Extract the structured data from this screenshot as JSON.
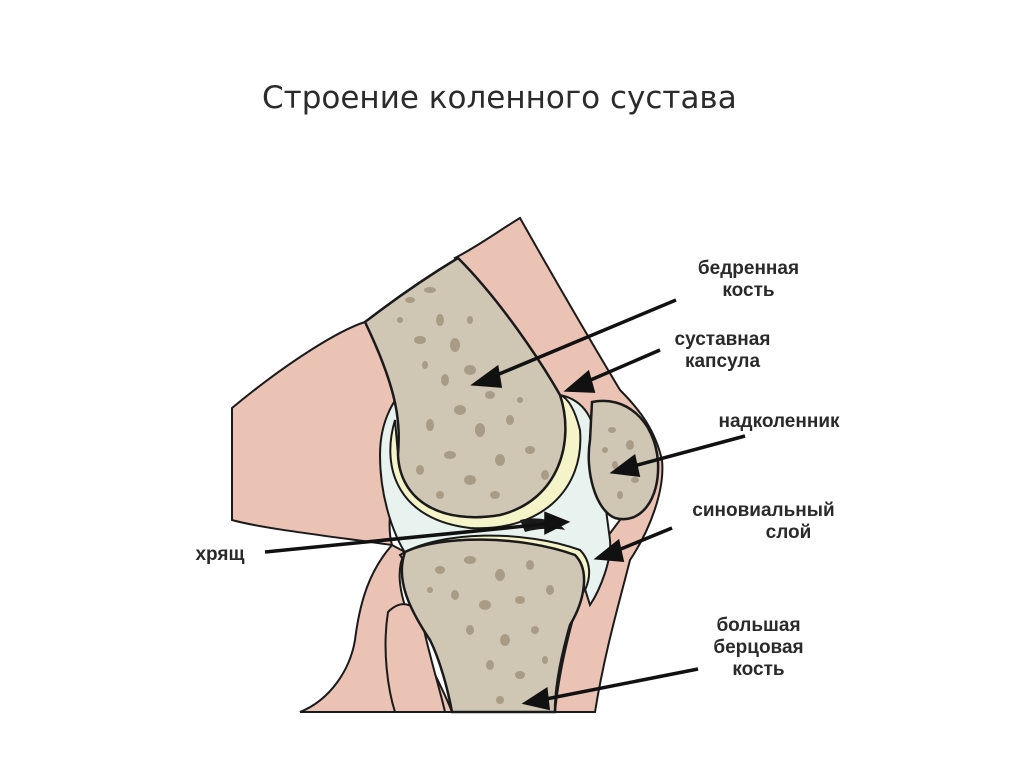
{
  "title": "Строение коленного сустава",
  "labels": {
    "femur": [
      "бедренная",
      "кость"
    ],
    "capsule": [
      "суставная",
      "капсула"
    ],
    "patella": [
      "надколенник"
    ],
    "synovial": [
      "синовиальный",
      "слой"
    ],
    "cartilage": [
      "хрящ"
    ],
    "tibia": [
      "большая",
      "берцовая",
      "кость"
    ]
  },
  "colors": {
    "skin": "#ebc3b4",
    "bone": "#cfc6b4",
    "bone_spots": "#a89c86",
    "cartilage": "#f5f3c8",
    "synovial": "#e8f2ee",
    "outline": "#1a1a1a"
  }
}
